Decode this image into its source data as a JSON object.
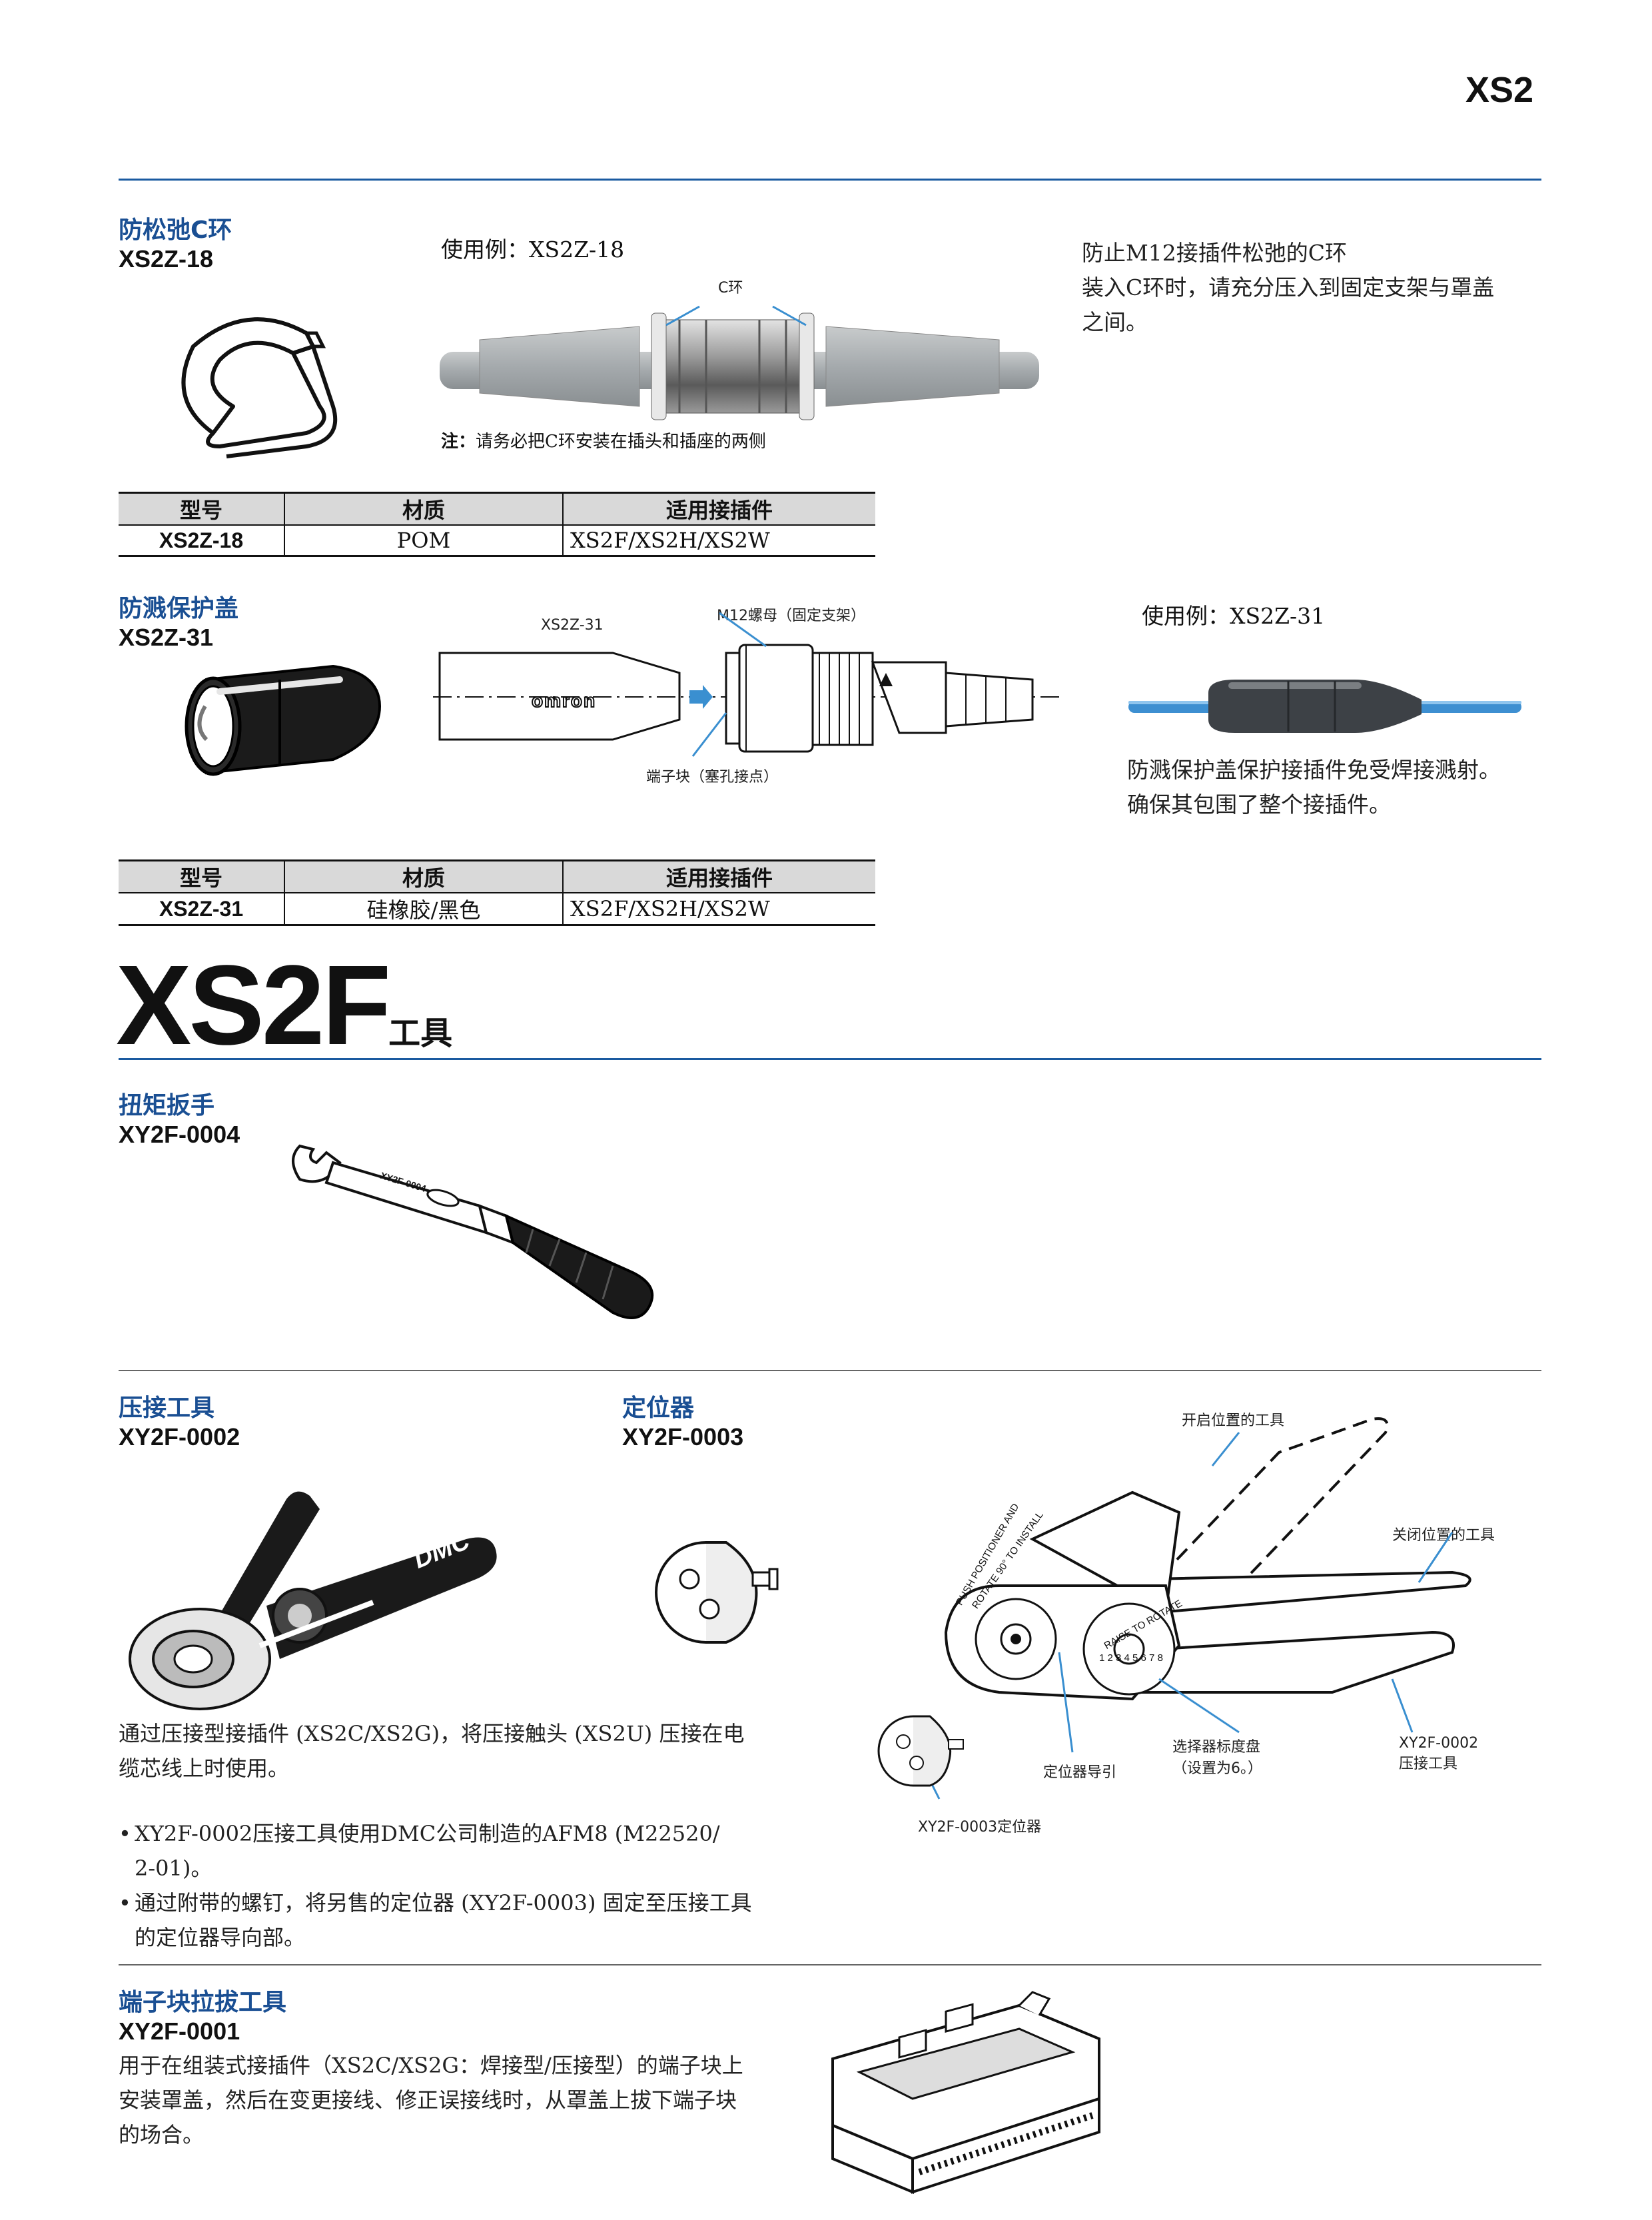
{
  "header": {
    "series_code": "XS2"
  },
  "c_ring": {
    "title": "防松弛C环",
    "model": "XS2Z-18",
    "example_label": "使用例：XS2Z-18",
    "callout": "C环",
    "note_prefix": "注：",
    "note": "请务必把C环安装在插头和插座的两侧",
    "desc_line1": "防止M12接插件松弛的C环",
    "desc_line2": "装入C环时，请充分压入到固定支架与罩盖",
    "desc_line3": "之间。",
    "table": {
      "headers": [
        "型号",
        "材质",
        "适用接插件"
      ],
      "row": [
        "XS2Z-18",
        "POM",
        "XS2F/XS2H/XS2W"
      ]
    }
  },
  "cover": {
    "title": "防溅保护盖",
    "model": "XS2Z-31",
    "drawing_part_label": "XS2Z-31",
    "logo_text": "omron",
    "nut_label": "M12螺母（固定支架）",
    "terminal_label": "端子块（塞孔接点）",
    "example_label": "使用例：XS2Z-31",
    "desc_line1": "防溅保护盖保护接插件免受焊接溅射。",
    "desc_line2": "确保其包围了整个接插件。",
    "table": {
      "headers": [
        "型号",
        "材质",
        "适用接插件"
      ],
      "row": [
        "XS2Z-31",
        "硅橡胶/黑色",
        "XS2F/XS2H/XS2W"
      ]
    }
  },
  "tools_heading": {
    "main": "XS2F",
    "suffix": "工具"
  },
  "wrench": {
    "title": "扭矩扳手",
    "model": "XY2F-0004",
    "marking": "XY2F-0004"
  },
  "crimp": {
    "title": "压接工具",
    "model": "XY2F-0002",
    "brand": "DMC",
    "desc_line1": "通过压接型接插件 (XS2C/XS2G)，将压接触头 (XS2U) 压接在电",
    "desc_line2": "缆芯线上时使用。",
    "bullet1_line1": "XY2F-0002压接工具使用DMC公司制造的AFM8 (M22520/",
    "bullet1_line2": "2-01)。",
    "bullet2_line1": "通过附带的螺钉，将另售的定位器 (XY2F-0003) 固定至压接工具",
    "bullet2_line2": "的定位器导向部。",
    "bullet_mark": "•"
  },
  "positioner": {
    "title": "定位器",
    "model": "XY2F-0003"
  },
  "diagram": {
    "open_label": "开启位置的工具",
    "closed_label": "关闭位置的工具",
    "selector_line1": "选择器标度盘",
    "selector_line2": "（设置为6。）",
    "tool_line1": "XY2F-0002",
    "tool_line2": "压接工具",
    "guide_label": "定位器导引",
    "positioner_label": "XY2F-0003定位器",
    "dial_text1": "PUSH POSITIONER AND",
    "dial_text2": "ROTATE 90° TO INSTALL",
    "selector_text": "RAISE TO ROTATE",
    "selector_digits": "1 2 3 4 5 6 7 8"
  },
  "extractor": {
    "title": "端子块拉拔工具",
    "model": "XY2F-0001",
    "desc_line1": "用于在组装式接插件（XS2C/XS2G：焊接型/压接型）的端子块上",
    "desc_line2": "安装罩盖，然后在变更接线、修正误接线时，从罩盖上拔下端子块",
    "desc_line3": "的场合。"
  }
}
